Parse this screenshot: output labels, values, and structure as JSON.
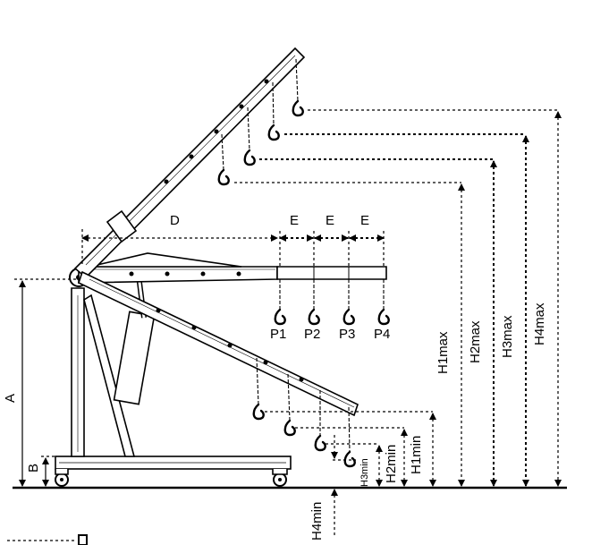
{
  "labels": {
    "A": "A",
    "B": "B",
    "D": "D",
    "E": "E",
    "P1": "P1",
    "P2": "P2",
    "P3": "P3",
    "P4": "P4",
    "H1max": "H1max",
    "H2max": "H2max",
    "H3max": "H3max",
    "H4max": "H4max",
    "H1min": "H1min",
    "H2min": "H2min",
    "H3min": "H3min",
    "H4min": "H4min"
  }
}
